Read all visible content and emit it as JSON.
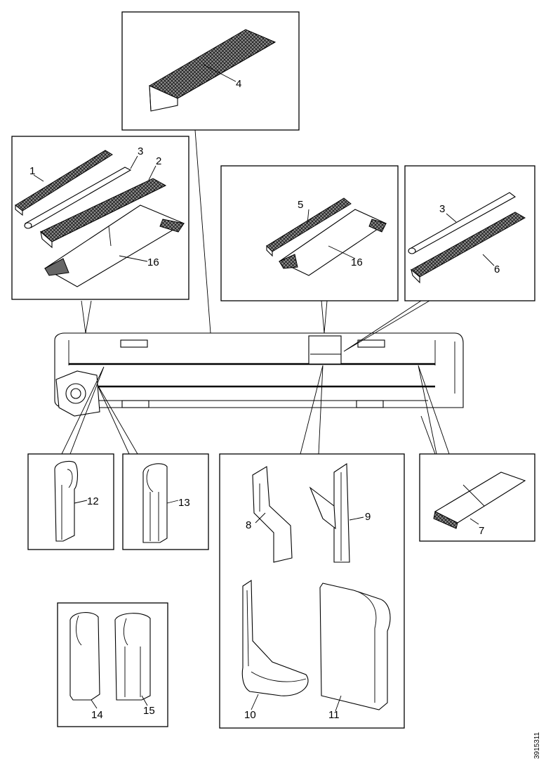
{
  "diagram": {
    "document_id": "3915311",
    "callouts": {
      "p1": "1",
      "p2": "2",
      "p3a": "3",
      "p4": "4",
      "p5": "5",
      "p3b": "3",
      "p6": "6",
      "p7": "7",
      "p8": "8",
      "p9": "9",
      "p10": "10",
      "p11": "11",
      "p12": "12",
      "p13": "13",
      "p14": "14",
      "p15": "15",
      "p16a": "16",
      "p16b": "16"
    }
  }
}
